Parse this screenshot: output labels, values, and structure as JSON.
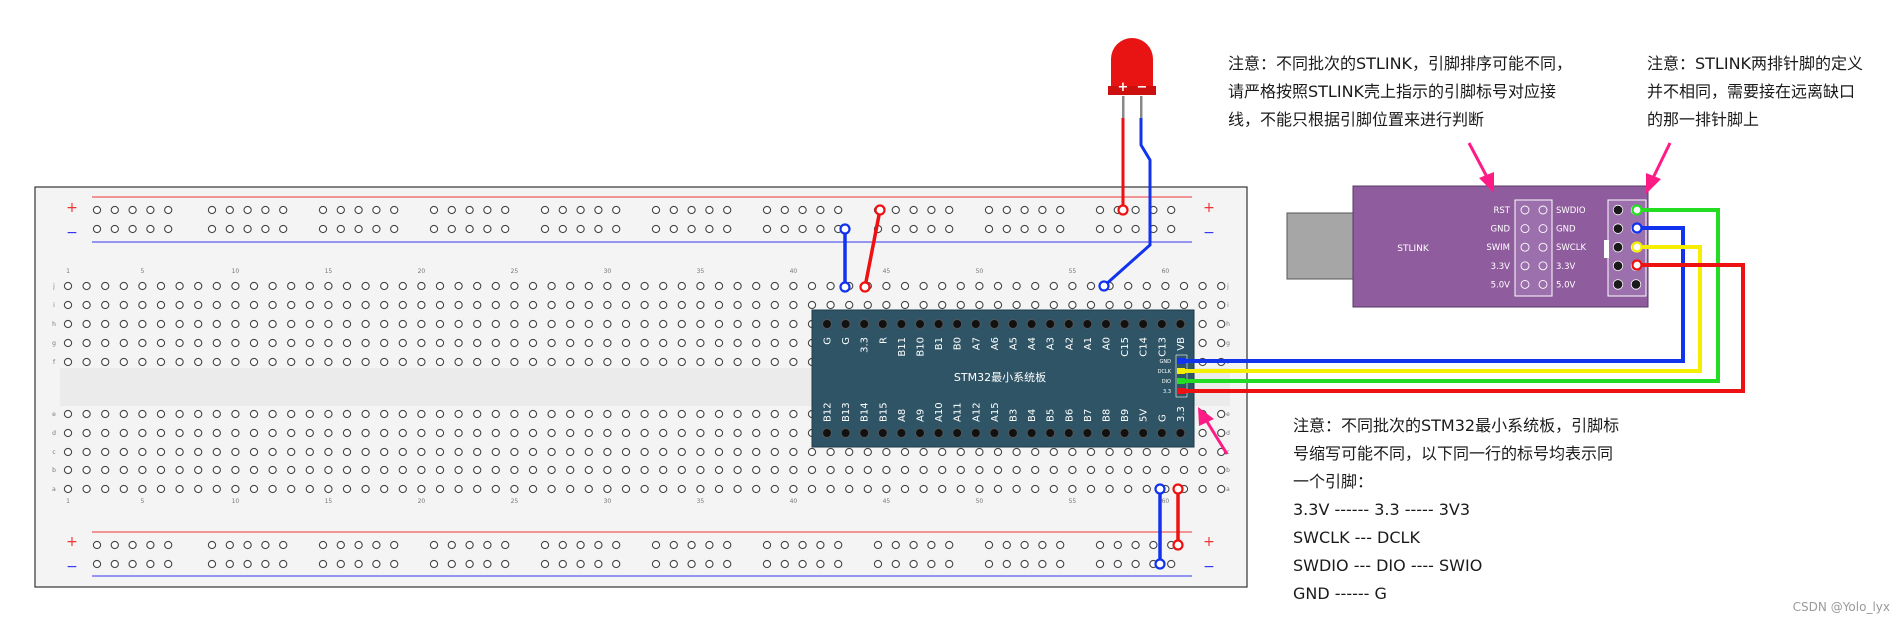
{
  "stm32": {
    "label": "STM32最小系统板",
    "top_pins": [
      "G",
      "G",
      "3.3",
      "R",
      "B11",
      "B10",
      "B1",
      "B0",
      "A7",
      "A6",
      "A5",
      "A4",
      "A3",
      "A2",
      "A1",
      "A0",
      "C15",
      "C14",
      "C13",
      "VB"
    ],
    "bottom_pins": [
      "B12",
      "B13",
      "B14",
      "B15",
      "A8",
      "A9",
      "A10",
      "A11",
      "A12",
      "A15",
      "B3",
      "B4",
      "B5",
      "B6",
      "B7",
      "B8",
      "B9",
      "5V",
      "G",
      "3.3"
    ],
    "side_pins": [
      "GND",
      "DCLK",
      "DIO",
      "3.3"
    ]
  },
  "stlink": {
    "label": "STLINK",
    "rows": [
      {
        "left": "RST",
        "right": "SWDIO"
      },
      {
        "left": "GND",
        "right": "GND"
      },
      {
        "left": "SWIM",
        "right": "SWCLK"
      },
      {
        "left": "3.3V",
        "right": "3.3V"
      },
      {
        "left": "5.0V",
        "right": "5.0V"
      }
    ]
  },
  "breadboard": {
    "col_numbers": [
      "1",
      "5",
      "10",
      "15",
      "20",
      "25",
      "30",
      "35",
      "40",
      "45",
      "50",
      "55",
      "60"
    ],
    "row_letters_top": [
      "j",
      "i",
      "h",
      "g",
      "f"
    ],
    "row_letters_bottom": [
      "e",
      "d",
      "c",
      "b",
      "a"
    ],
    "rail_plus": "+",
    "rail_minus": "−"
  },
  "led": {
    "plus": "+",
    "minus": "−"
  },
  "notes": {
    "stlink_order": [
      "注意：不同批次的STLINK，引脚排序可能不同，",
      "请严格按照STLINK壳上指示的引脚标号对应接",
      "线，不能只根据引脚位置来进行判断"
    ],
    "stlink_rows": [
      "注意：STLINK两排针脚的定义",
      "并不相同，需要接在远离缺口",
      "的那一排针脚上"
    ],
    "stm32_pins": [
      "注意：不同批次的STM32最小系统板，引脚标",
      "号缩写可能不同，以下同一行的标号均表示同",
      "一个引脚：",
      "3.3V ------ 3.3 ----- 3V3",
      "SWCLK --- DCLK",
      "SWDIO --- DIO ---- SWIO",
      "GND ------ G"
    ]
  },
  "watermark": "CSDN @Yolo_lyx",
  "colors": {
    "wire_red": "#ee1111",
    "wire_blue": "#1133ee",
    "wire_green": "#22dd22",
    "wire_yellow": "#f5ee00",
    "arrow": "#ff1b86",
    "stm32_board": "#2e5466",
    "stlink_body": "#8f5c9e",
    "breadboard_bg": "#f4f4f4",
    "led_red": "#e81414"
  }
}
